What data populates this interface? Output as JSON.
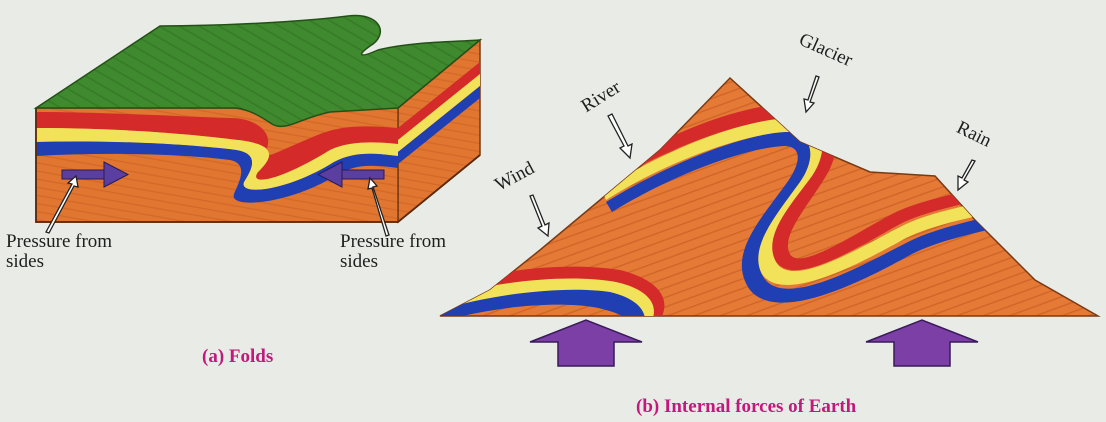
{
  "figure_a": {
    "label_left": [
      "Pressure from",
      "sides"
    ],
    "label_right": [
      "Pressure from",
      "sides"
    ],
    "caption": "(a)  Folds"
  },
  "figure_b": {
    "agents": {
      "wind": "Wind",
      "river": "River",
      "glacier": "Glacier",
      "rain": "Rain"
    },
    "caption": "(b)  Internal forces of Earth"
  },
  "colors": {
    "surface_green": "#3f8a2e",
    "rock_orange": "#e0762f",
    "layer_red": "#d42a2a",
    "layer_yellow": "#f2e25a",
    "layer_blue": "#1f3fb3",
    "force_purple": "#7b3fa6",
    "caption_magenta": "#c4197c"
  }
}
